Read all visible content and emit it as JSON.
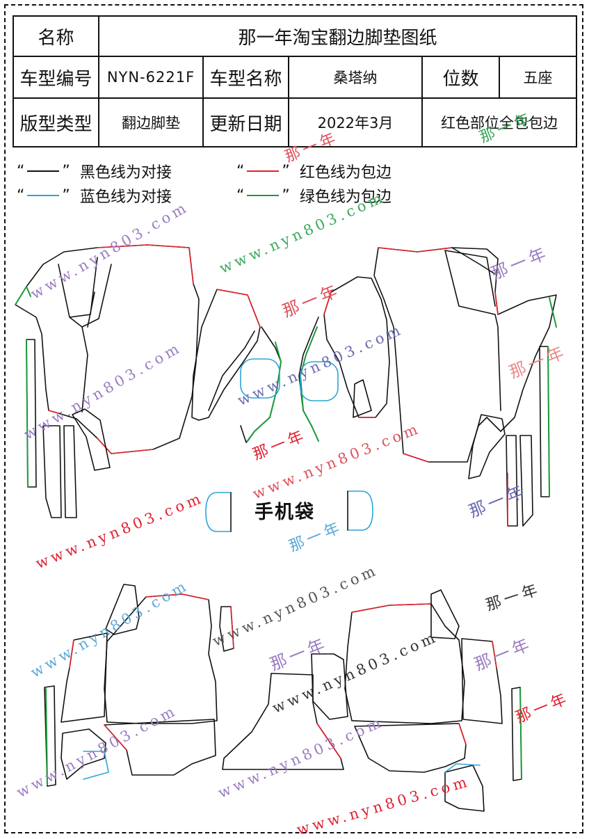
{
  "header": {
    "name_label": "名称",
    "title": "那一年淘宝翻边脚垫图纸",
    "model_code_label": "车型编号",
    "model_code": "NYN-6221F",
    "model_name_label": "车型名称",
    "model_name": "桑塔纳",
    "seats_label": "位数",
    "seats": "五座",
    "pattern_type_label": "版型类型",
    "pattern_type": "翻边脚垫",
    "update_label": "更新日期",
    "update_date": "2022年3月",
    "note": "红色部位全包包边"
  },
  "legend": [
    {
      "quote_open": "“",
      "quote_close": "”",
      "text": "黑色线为对接",
      "color": "#111111"
    },
    {
      "quote_open": "“",
      "quote_close": "”",
      "text": "红色线为包边",
      "color": "#e0202a"
    },
    {
      "quote_open": "“",
      "quote_close": "”",
      "text": "蓝色线为对接",
      "color": "#2aa4d8"
    },
    {
      "quote_open": "“",
      "quote_close": "”",
      "text": "绿色线为包边",
      "color": "#1a9a3a"
    }
  ],
  "pocket_label": "手机袋",
  "watermarks": {
    "site": "www.nyn803.com",
    "brand": "那一年"
  },
  "colors": {
    "outline": "#111111",
    "hem_red": "#e0202a",
    "join_blue": "#2aa4d8",
    "hem_green": "#1a9a3a",
    "wm_purple": "#9a7cc0",
    "wm_green": "#3aa85a",
    "wm_red": "#e0505a",
    "wm_blue": "#5aa8d8",
    "wm_gray": "#555555"
  }
}
